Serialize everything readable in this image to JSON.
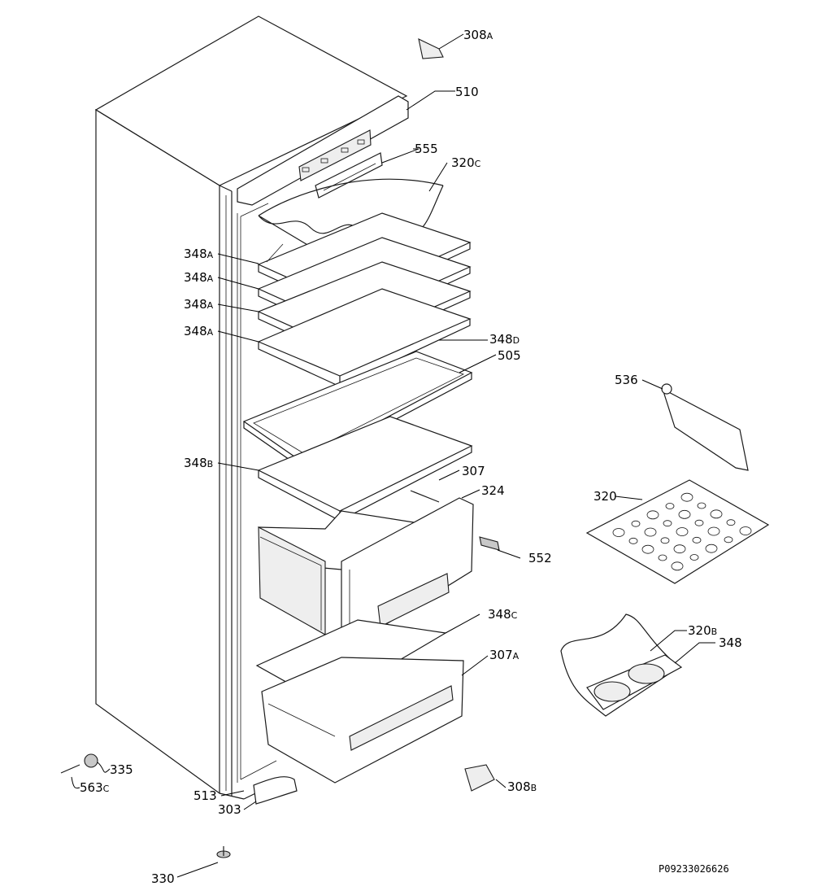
{
  "diagram_code": "P09233026626",
  "callouts": [
    {
      "id": "308A",
      "num": "308",
      "suffix": "A"
    },
    {
      "id": "510",
      "num": "510",
      "suffix": ""
    },
    {
      "id": "555",
      "num": "555",
      "suffix": ""
    },
    {
      "id": "320C",
      "num": "320",
      "suffix": "C"
    },
    {
      "id": "348A-1",
      "num": "348",
      "suffix": "A"
    },
    {
      "id": "348A-2",
      "num": "348",
      "suffix": "A"
    },
    {
      "id": "348A-3",
      "num": "348",
      "suffix": "A"
    },
    {
      "id": "348A-4",
      "num": "348",
      "suffix": "A"
    },
    {
      "id": "348D",
      "num": "348",
      "suffix": "D"
    },
    {
      "id": "505",
      "num": "505",
      "suffix": ""
    },
    {
      "id": "536",
      "num": "536",
      "suffix": ""
    },
    {
      "id": "348B",
      "num": "348",
      "suffix": "B"
    },
    {
      "id": "307",
      "num": "307",
      "suffix": ""
    },
    {
      "id": "324",
      "num": "324",
      "suffix": ""
    },
    {
      "id": "320",
      "num": "320",
      "suffix": ""
    },
    {
      "id": "552",
      "num": "552",
      "suffix": ""
    },
    {
      "id": "348C",
      "num": "348",
      "suffix": "C"
    },
    {
      "id": "320B",
      "num": "320",
      "suffix": "B"
    },
    {
      "id": "348",
      "num": "348",
      "suffix": ""
    },
    {
      "id": "307A",
      "num": "307",
      "suffix": "A"
    },
    {
      "id": "335",
      "num": "335",
      "suffix": ""
    },
    {
      "id": "563C",
      "num": "563",
      "suffix": "C"
    },
    {
      "id": "513",
      "num": "513",
      "suffix": ""
    },
    {
      "id": "303",
      "num": "303",
      "suffix": ""
    },
    {
      "id": "308B",
      "num": "308",
      "suffix": "B"
    },
    {
      "id": "330",
      "num": "330",
      "suffix": ""
    }
  ]
}
